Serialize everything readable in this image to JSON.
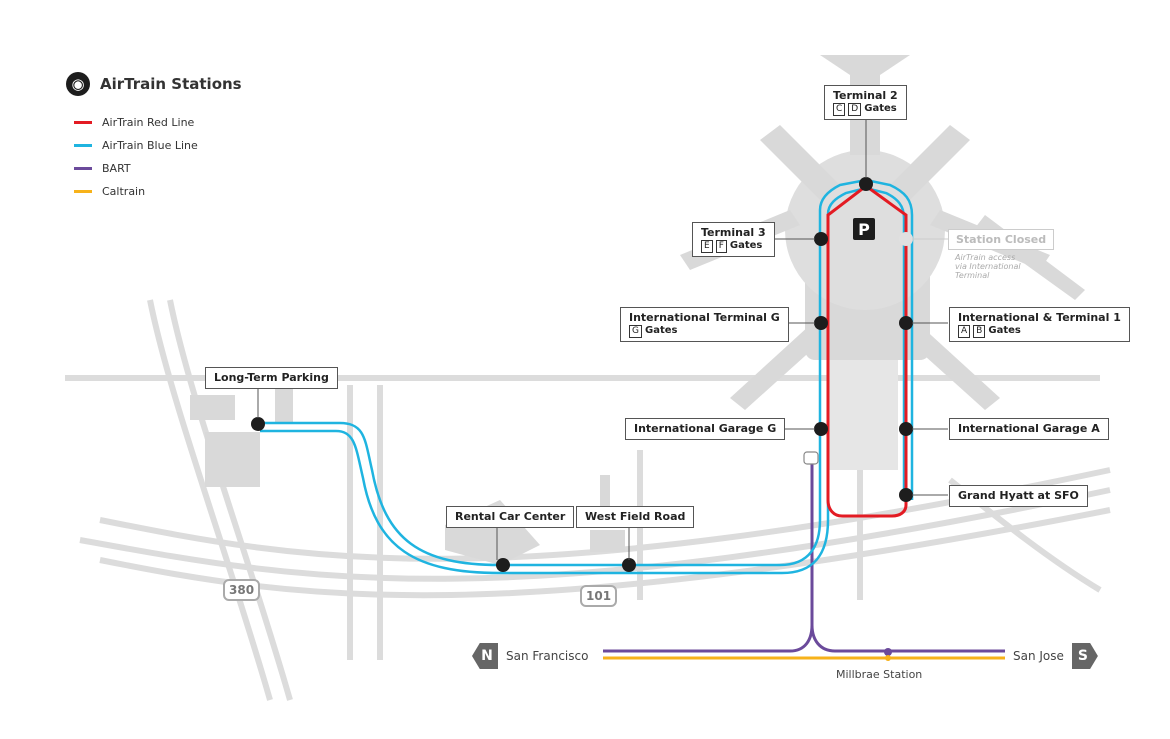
{
  "legend": {
    "title": "AirTrain Stations",
    "items": [
      {
        "label": "AirTrain Red Line",
        "color": "#e31b23"
      },
      {
        "label": "AirTrain Blue Line",
        "color": "#1fb4e0"
      },
      {
        "label": "BART",
        "color": "#6b4a9b"
      },
      {
        "label": "Caltrain",
        "color": "#f7b21a"
      }
    ]
  },
  "stations": {
    "terminal2": {
      "name": "Terminal 2",
      "gates": [
        "C",
        "D"
      ],
      "gates_suffix": "Gates"
    },
    "terminal3": {
      "name": "Terminal 3",
      "gates": [
        "E",
        "F"
      ],
      "gates_suffix": "Gates"
    },
    "intl_terminal_g": {
      "name": "International Terminal G",
      "gates": [
        "G"
      ],
      "gates_suffix": "Gates"
    },
    "intl_terminal_1": {
      "name": "International & Terminal 1",
      "gates": [
        "A",
        "B"
      ],
      "gates_suffix": "Gates"
    },
    "intl_garage_g": {
      "name": "International Garage G"
    },
    "intl_garage_a": {
      "name": "International Garage A"
    },
    "grand_hyatt": {
      "name": "Grand Hyatt at SFO"
    },
    "long_term_parking": {
      "name": "Long-Term Parking"
    },
    "rental_car": {
      "name": "Rental Car Center"
    },
    "west_field": {
      "name": "West Field Road"
    }
  },
  "closed": {
    "label": "Station Closed",
    "note_line1": "AirTrain access",
    "note_line2": "via International",
    "note_line3": "Terminal"
  },
  "parking_symbol": "P",
  "highways": {
    "i380": "380",
    "us101": "101"
  },
  "endcaps": {
    "north_letter": "N",
    "north_label": "San Francisco",
    "south_letter": "S",
    "south_label": "San Jose"
  },
  "millbrae": "Millbrae Station",
  "colors": {
    "red": "#e31b23",
    "blue": "#1fb4e0",
    "bart": "#6b4a9b",
    "caltrain": "#f7b21a",
    "background_shapes": "#d9d9d9"
  }
}
